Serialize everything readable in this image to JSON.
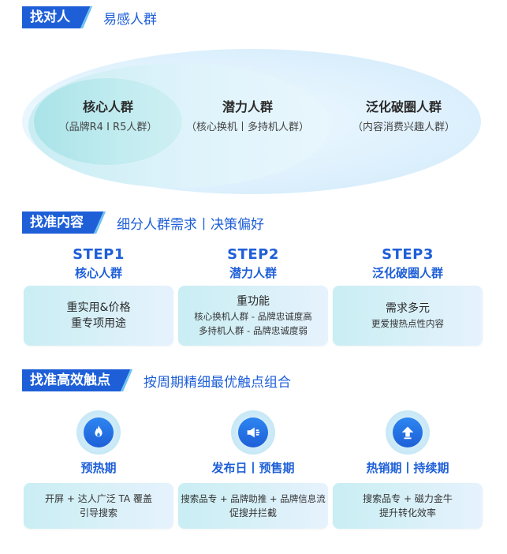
{
  "section1": {
    "tag": "找对人",
    "subtitle": "易感人群"
  },
  "ellipses": [
    {
      "title": "核心人群",
      "sub": "（品牌R4 I R5人群）"
    },
    {
      "title": "潜力人群",
      "sub": "（核心换机丨多持机人群）"
    },
    {
      "title": "泛化破圈人群",
      "sub": "（内容消费兴趣人群）"
    }
  ],
  "section2": {
    "tag": "找准内容",
    "subtitle": "细分人群需求丨决策偏好"
  },
  "steps": [
    {
      "step": "STEP1",
      "name": "核心人群",
      "line1": "重实用&价格",
      "line2": "重专项用途"
    },
    {
      "step": "STEP2",
      "name": "潜力人群",
      "line1": "重功能",
      "line2": "核心换机人群 - 品牌忠诚度高",
      "line3": "多持机人群 - 品牌忠诚度弱"
    },
    {
      "step": "STEP3",
      "name": "泛化破圈人群",
      "line1": "需求多元",
      "line2": "更爱搜热点性内容"
    }
  ],
  "section3": {
    "tag": "找准高效触点",
    "subtitle": "按周期精细最优触点组合"
  },
  "phases": [
    {
      "icon": "flame-icon",
      "name": "预热期",
      "line1": "开屏 + 达人广泛 TA 覆盖",
      "line2": "引导搜索"
    },
    {
      "icon": "megaphone-icon",
      "name": "发布日丨预售期",
      "line1": "搜索品专 + 品牌助推 + 品牌信息流",
      "line2": "促搜并拦截"
    },
    {
      "icon": "upload-arrow-icon",
      "name": "热销期丨持续期",
      "line1": "搜索品专 + 磁力金牛",
      "line2": "提升转化效率"
    }
  ],
  "colors": {
    "accent": "#1e5fd8",
    "accent_light": "#6fc3f3",
    "card_start": "#c9eef3",
    "card_end": "#e6f2fd"
  }
}
